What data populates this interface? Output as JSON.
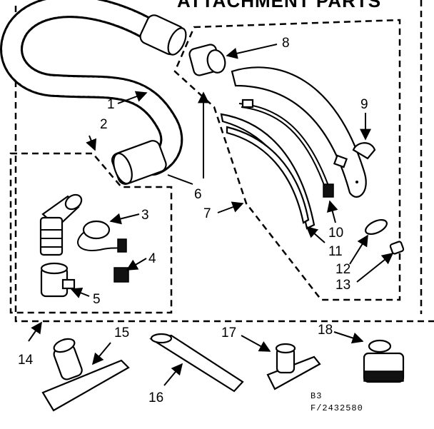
{
  "title": "ATTACHMENT PARTS",
  "callouts": {
    "c1": "1",
    "c2": "2",
    "c3": "3",
    "c4": "4",
    "c5": "5",
    "c6": "6",
    "c7": "7",
    "c8": "8",
    "c9": "9",
    "c10": "10",
    "c11": "11",
    "c12": "12",
    "c13": "13",
    "c14": "14",
    "c15": "15",
    "c16": "16",
    "c17": "17",
    "c18": "18"
  },
  "footer": {
    "page": "B3",
    "figure": "F/2432580"
  }
}
